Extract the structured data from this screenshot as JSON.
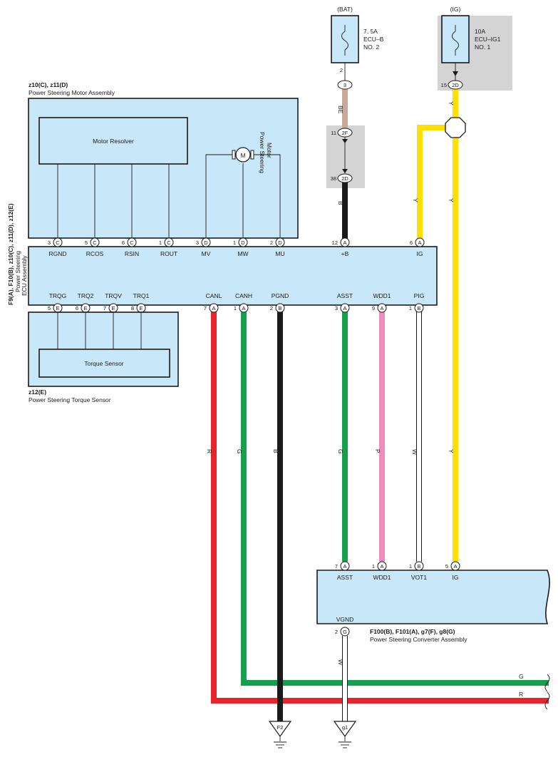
{
  "fuses": {
    "bat": {
      "source": "(BAT)",
      "line1": "7. 5A",
      "line2": "ECU–B",
      "line3": "NO. 2",
      "pin": "2",
      "conn": "3"
    },
    "ig": {
      "source": "(IG)",
      "line1": "10A",
      "line2": "ECU–IG1",
      "line3": "NO. 1",
      "pin": "15",
      "conn": "2D"
    }
  },
  "junction_2f": {
    "pin_top": "11",
    "conn_top": "2F",
    "pin_bottom": "38",
    "conn_bottom": "2D"
  },
  "motor_assembly": {
    "codes": "z10(C), z11(D)",
    "name": "Power Steering Motor Assembly",
    "resolver_label": "Motor Resolver",
    "motor_symbol": "M",
    "motor_label_1": "Power Steering",
    "motor_label_2": "Motor"
  },
  "ecu": {
    "codes": "F9(A), F10(B), z10(C), z11(D), z12(E)",
    "name_1": "Power Steering",
    "name_2": "ECU Assembly",
    "top_terminals": [
      {
        "pin": "3",
        "conn": "C",
        "label": "RGND"
      },
      {
        "pin": "5",
        "conn": "C",
        "label": "RCOS"
      },
      {
        "pin": "6",
        "conn": "C",
        "label": "RSIN"
      },
      {
        "pin": "1",
        "conn": "C",
        "label": "ROUT"
      },
      {
        "pin": "3",
        "conn": "D",
        "label": "MV"
      },
      {
        "pin": "1",
        "conn": "D",
        "label": "MW"
      },
      {
        "pin": "2",
        "conn": "D",
        "label": "MU"
      },
      {
        "pin": "12",
        "conn": "A",
        "label": "+B"
      },
      {
        "pin": "6",
        "conn": "A",
        "label": "IG"
      }
    ],
    "bottom_terminals": [
      {
        "pin": "5",
        "conn": "E",
        "label": "TRQG"
      },
      {
        "pin": "6",
        "conn": "E",
        "label": "TRQ2"
      },
      {
        "pin": "7",
        "conn": "E",
        "label": "TRQV"
      },
      {
        "pin": "8",
        "conn": "E",
        "label": "TRQ1"
      },
      {
        "pin": "7",
        "conn": "A",
        "label": "CANL"
      },
      {
        "pin": "1",
        "conn": "A",
        "label": "CANH"
      },
      {
        "pin": "2",
        "conn": "B",
        "label": "PGND"
      },
      {
        "pin": "3",
        "conn": "A",
        "label": "ASST"
      },
      {
        "pin": "9",
        "conn": "A",
        "label": "WDD1"
      },
      {
        "pin": "1",
        "conn": "B",
        "label": "PIG"
      }
    ]
  },
  "torque_sensor": {
    "label": "Torque Sensor",
    "codes": "z12(E)",
    "name": "Power Steering Torque Sensor"
  },
  "converter": {
    "codes": "F100(B), F101(A), g7(F), g8(G)",
    "name": "Power Steering Converter Assembly",
    "terminals": [
      {
        "pin": "7",
        "conn": "A",
        "label": "ASST"
      },
      {
        "pin": "1",
        "conn": "A",
        "label": "WDD1"
      },
      {
        "pin": "1",
        "conn": "B",
        "label": "VOT1"
      },
      {
        "pin": "5",
        "conn": "A",
        "label": "IG"
      }
    ],
    "ground_terminal": {
      "pin": "2",
      "conn": "G",
      "label": "VGND"
    }
  },
  "wire_colors": {
    "bat_upper": "BE",
    "bat_lower": "B",
    "ig_main": "Y",
    "ig_branch": "Y",
    "canl": "R",
    "canh": "G",
    "pgnd": "B",
    "asst": "G",
    "wdd1": "P",
    "pig": "W",
    "ig_lower": "Y",
    "vgnd": "W",
    "bus_g": "G",
    "bus_r": "R"
  },
  "grounds": {
    "f2": "F2",
    "g1": "g1"
  },
  "colors": {
    "component_fill": "#c8e8fa",
    "red": "#e8232a",
    "green": "#14a04c",
    "black": "#1a1a1a",
    "pink": "#f08cbc",
    "yellow": "#ffe000",
    "beige": "#c8a898",
    "white": "#ffffff",
    "grey_box": "#d4d4d4"
  }
}
